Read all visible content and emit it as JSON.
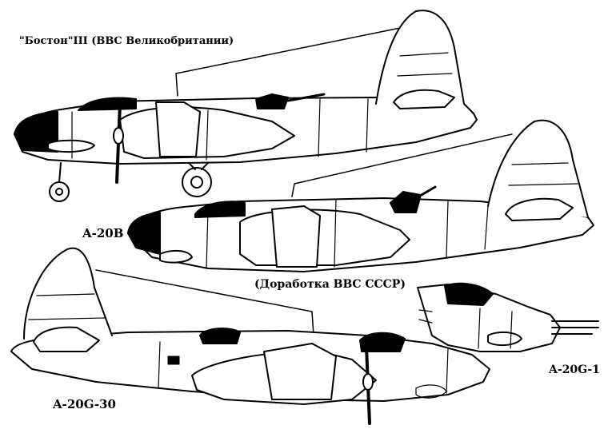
{
  "labels": {
    "title": "\"Бостон\"III  (ВВС Великобритании)",
    "a20b": "A-20B",
    "ussr_mod": "(Доработка ВВС СССР)",
    "a20g1": "A-20G-1",
    "a20g30": "A-20G-30"
  },
  "colors": {
    "ink": "#000000",
    "paper": "#ffffff"
  }
}
